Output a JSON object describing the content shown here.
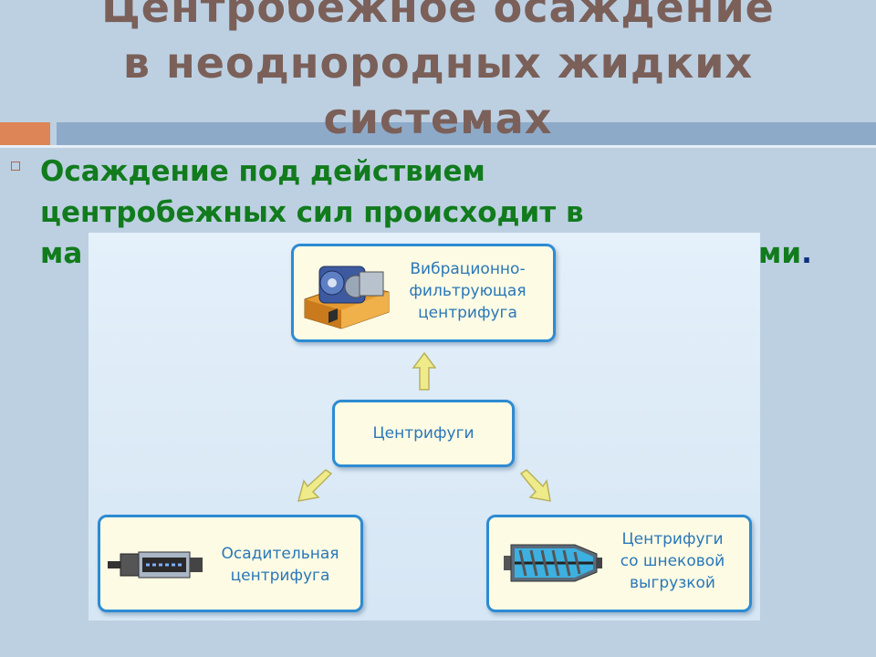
{
  "slide": {
    "title_lines": [
      "Центробежное осаждение",
      "в неоднородных жидких",
      "системах"
    ],
    "bullet_line1": "Осаждение под действием",
    "bullet_line2": "центробежных сил происходит в",
    "bullet_line3_start": "ма",
    "bullet_line3_end": "ми",
    "bullet_line3_period": "."
  },
  "diagram": {
    "center": "Центрифуги",
    "top_lines": [
      "Вибрационно-",
      "фильтрующая",
      "центрифуга"
    ],
    "left_lines": [
      "Осадительная",
      "центрифуга"
    ],
    "right_lines": [
      "Центрифуги",
      "со шнековой",
      "выгрузкой"
    ]
  },
  "colors": {
    "title": "#7a6059",
    "bullet_text": "#117b1d",
    "node_border": "#2d8bd2",
    "node_fill": "#fdfbe4",
    "node_text": "#2a77b8",
    "arrow_fill": "#f0eb8a",
    "accent_orange": "#dd8556",
    "accent_blue": "#8eaac9"
  }
}
